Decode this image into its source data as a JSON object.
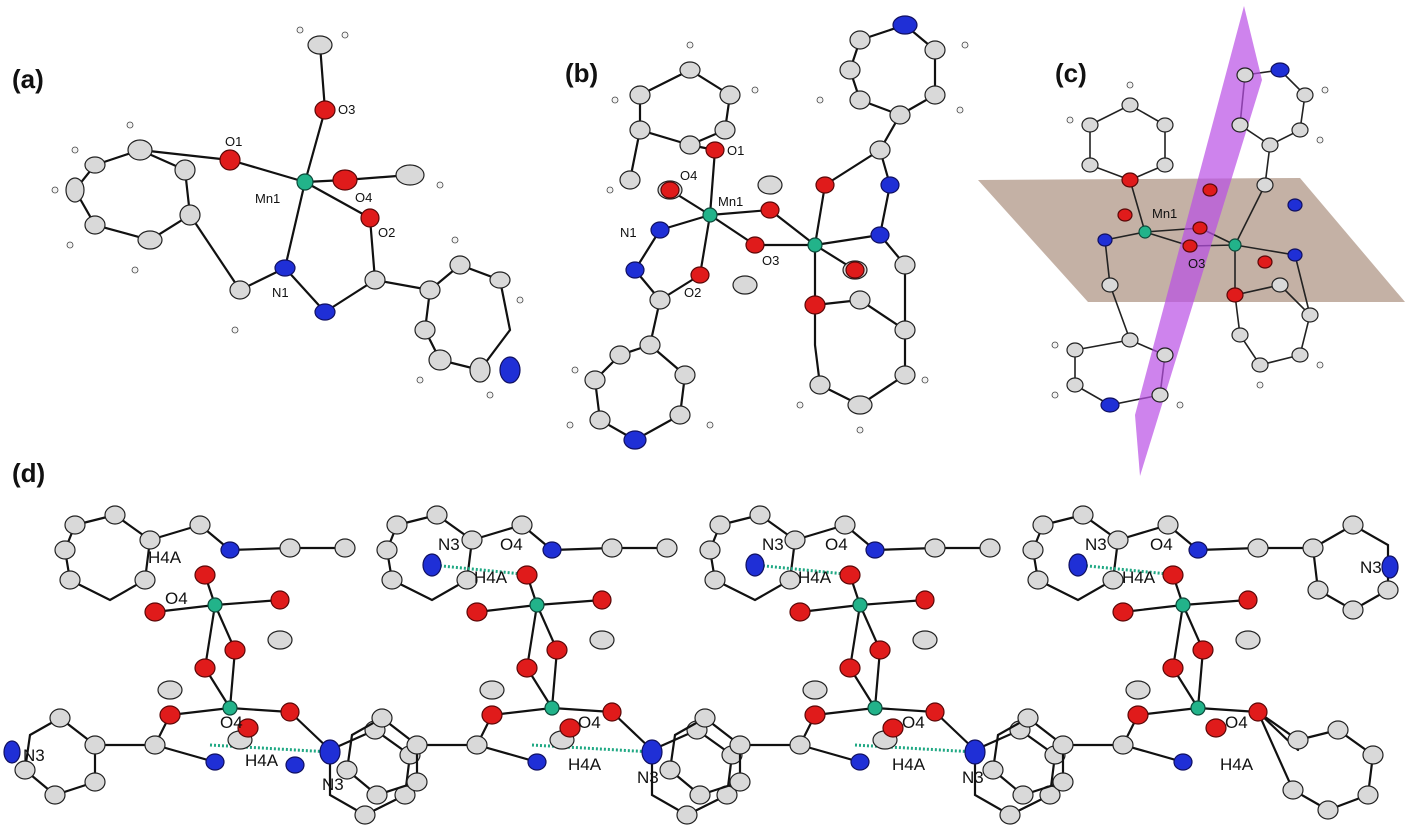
{
  "panels": {
    "a": "(a)",
    "b": "(b)",
    "c": "(c)",
    "d": "(d)"
  },
  "atom_labels_a": {
    "o1": "O1",
    "o2": "O2",
    "o3": "O3",
    "o4": "O4",
    "mn1": "Mn1",
    "n1": "N1"
  },
  "atom_labels_b": {
    "o1": "O1",
    "o2": "O2",
    "o3": "O3",
    "o4": "O4",
    "mn1": "Mn1",
    "n1": "N1"
  },
  "atom_labels_c": {
    "mn1": "Mn1",
    "o3": "O3"
  },
  "atom_labels_d": {
    "n3": "N3",
    "o4": "O4",
    "h4a": "H4A"
  },
  "colors": {
    "carbon": "#d9d9d9",
    "nitrogen": "#1f2fd6",
    "oxygen": "#e01b1b",
    "manganese": "#22b38a",
    "plane_brown": "#b59e8f",
    "plane_purple": "#b94ee6",
    "hbond": "#1fa883"
  }
}
